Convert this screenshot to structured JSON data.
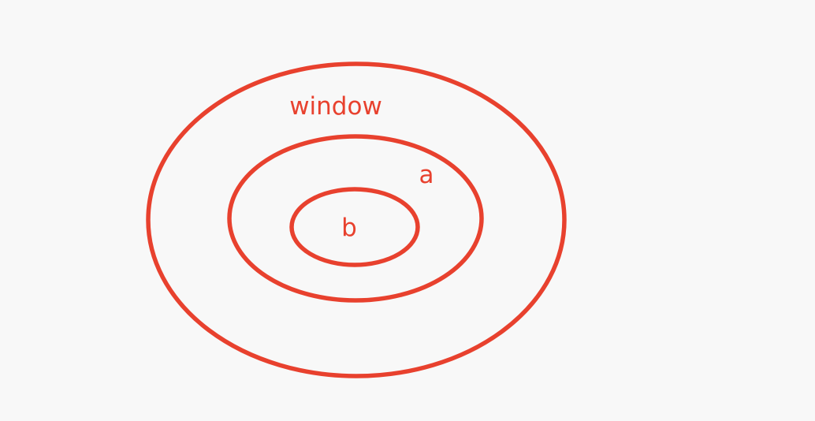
{
  "colors": {
    "background": "#f8f8f8",
    "stroke": "#e8412e",
    "text": "#e8412e"
  },
  "diagram": {
    "type": "nested-scopes",
    "scopes": [
      {
        "label": "window",
        "contains": "a"
      },
      {
        "label": "a",
        "contains": "b"
      },
      {
        "label": "b",
        "contains": null
      }
    ]
  }
}
